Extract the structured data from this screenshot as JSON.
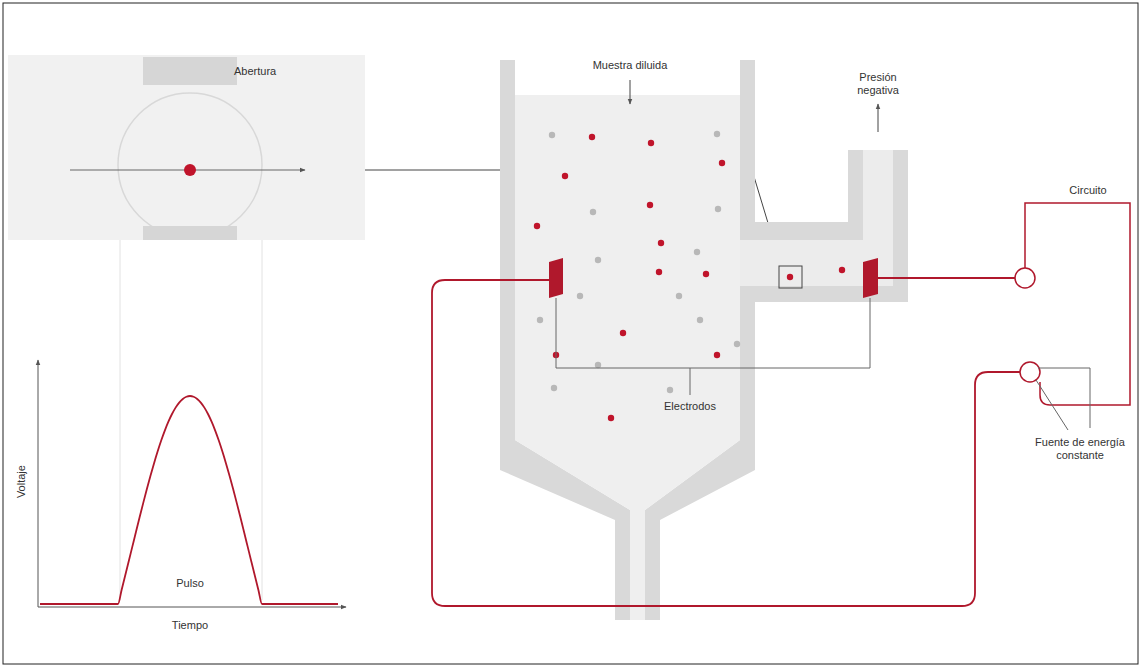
{
  "diagram": {
    "nodes": [
      {
        "text": [
          "Abertura"
        ]
      }
    ],
    "labels": [
      "Muestra diluida",
      "Presión negativa",
      "Circuito",
      "Fuente de energía constante",
      "Electrodos",
      "Voltaje",
      "Pulso",
      "Tiempo"
    ]
  }
}
